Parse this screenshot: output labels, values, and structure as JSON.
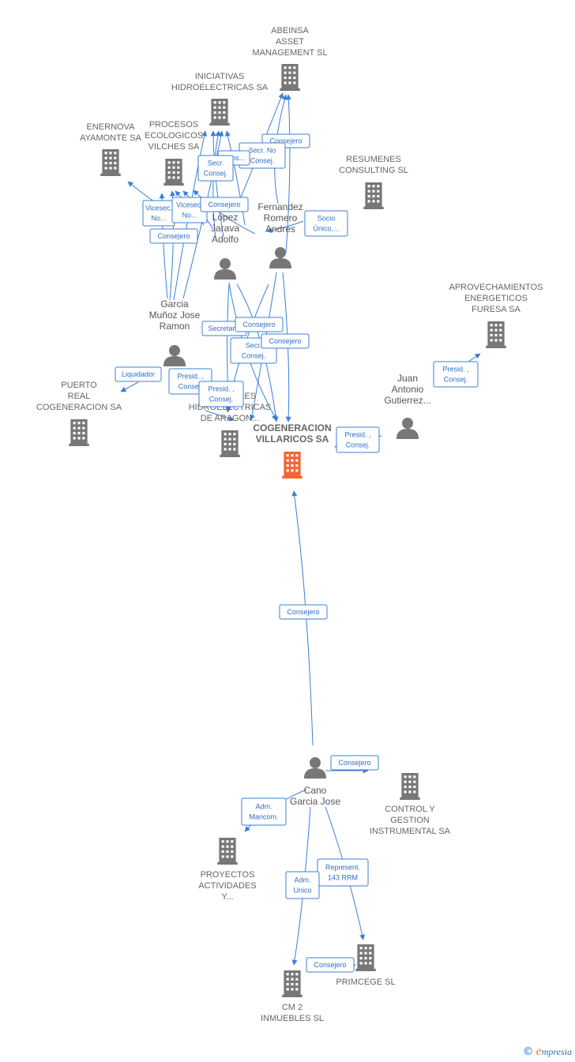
{
  "diagram": {
    "colors": {
      "edge": "#3b7fd6",
      "icon": "#777777",
      "main_icon": "#f26534",
      "label_text": "#666666",
      "rel_text": "#2e6fc6"
    },
    "nodes": [
      {
        "id": "abeinsa",
        "type": "company",
        "lines": [
          "ABEINSA",
          "ASSET",
          "MANAGEMENT SL"
        ]
      },
      {
        "id": "iniciativas",
        "type": "company",
        "lines": [
          "INICIATIVAS",
          "HIDROELECTRICAS SA"
        ]
      },
      {
        "id": "enernova",
        "type": "company",
        "lines": [
          "ENERNOVA",
          "AYAMONTE SA"
        ]
      },
      {
        "id": "procesos",
        "type": "company",
        "lines": [
          "PROCESOS",
          "ECOLOGICOS",
          "VILCHES SA"
        ]
      },
      {
        "id": "resumenes",
        "type": "company",
        "lines": [
          "RESUMENES",
          "CONSULTING SL"
        ]
      },
      {
        "id": "fernandez",
        "type": "person",
        "lines": [
          "Fernandez",
          "Romero",
          "Andres"
        ]
      },
      {
        "id": "lopez",
        "type": "person",
        "lines": [
          "Lopez",
          "Jarava",
          "Adolfo"
        ]
      },
      {
        "id": "aprovechamientos",
        "type": "company",
        "lines": [
          "APROVECHAMIENTOS",
          "ENERGETICOS",
          "FURESA SA"
        ]
      },
      {
        "id": "garcia",
        "type": "person",
        "lines": [
          "Garcia",
          "Muñoz Jose",
          "Ramon"
        ]
      },
      {
        "id": "juan",
        "type": "person",
        "lines": [
          "Juan",
          "Antonio",
          "Gutierrez..."
        ]
      },
      {
        "id": "puerto",
        "type": "company",
        "lines": [
          "PUERTO",
          "REAL",
          "COGENERACION SA"
        ]
      },
      {
        "id": "centrales",
        "type": "company",
        "lines": [
          "CENTRALES",
          "HIDROELECTRICAS",
          "DE ARAGON..."
        ]
      },
      {
        "id": "cogeneracion",
        "type": "main",
        "lines": [
          "COGENERACION",
          "VILLARICOS SA"
        ]
      },
      {
        "id": "cano",
        "type": "person",
        "lines": [
          "Cano",
          "Garcia Jose"
        ]
      },
      {
        "id": "control",
        "type": "company",
        "lines": [
          "CONTROL Y",
          "GESTION",
          "INSTRUMENTAL SA"
        ]
      },
      {
        "id": "proyectos",
        "type": "company",
        "lines": [
          "PROYECTOS",
          "ACTIVIDADES",
          "Y..."
        ]
      },
      {
        "id": "primcege",
        "type": "company",
        "lines": [
          "PRIMCEGE SL"
        ]
      },
      {
        "id": "cm2",
        "type": "company",
        "lines": [
          "CM 2",
          "INMUEBLES SL"
        ]
      }
    ],
    "relations": [
      {
        "id": "r1",
        "lines": [
          "Consejero"
        ]
      },
      {
        "id": "r2",
        "lines": [
          "Secr. No",
          "Consej."
        ]
      },
      {
        "id": "r3",
        "lines": [
          "Cons..."
        ]
      },
      {
        "id": "r4",
        "lines": [
          "Secr.",
          "Consej."
        ]
      },
      {
        "id": "r5",
        "lines": [
          "Vicesec.",
          "No..."
        ]
      },
      {
        "id": "r6",
        "lines": [
          "Vicesec.",
          "No..."
        ]
      },
      {
        "id": "r7",
        "lines": [
          "Consejero"
        ]
      },
      {
        "id": "r8",
        "lines": [
          "Consejero"
        ]
      },
      {
        "id": "r9",
        "lines": [
          "Socio",
          "Único,..."
        ]
      },
      {
        "id": "r10",
        "lines": [
          "Secretario"
        ]
      },
      {
        "id": "r11",
        "lines": [
          "Consejero"
        ]
      },
      {
        "id": "r12",
        "lines": [
          "Secr.",
          "Consej."
        ]
      },
      {
        "id": "r13",
        "lines": [
          "Consejero"
        ]
      },
      {
        "id": "r14",
        "lines": [
          "Liquidador"
        ]
      },
      {
        "id": "r15",
        "lines": [
          "Presid. ,",
          "Consej."
        ]
      },
      {
        "id": "r16",
        "lines": [
          "Presid. ,",
          "Consej."
        ]
      },
      {
        "id": "r17",
        "lines": [
          "Presid. ,",
          "Consej."
        ]
      },
      {
        "id": "r18",
        "lines": [
          "Presid. ,",
          "Consej."
        ]
      },
      {
        "id": "r19",
        "lines": [
          "Consejero"
        ]
      },
      {
        "id": "r20",
        "lines": [
          "Consejero"
        ]
      },
      {
        "id": "r21",
        "lines": [
          "Adm.",
          "Mancom."
        ]
      },
      {
        "id": "r22",
        "lines": [
          "Represent.",
          "143 RRM"
        ]
      },
      {
        "id": "r23",
        "lines": [
          "Adm.",
          "Unico"
        ]
      },
      {
        "id": "r24",
        "lines": [
          "Consejero"
        ]
      }
    ]
  },
  "footer": {
    "copyright_symbol": "©",
    "brand_initial": "e",
    "brand_rest": "mpresia"
  }
}
